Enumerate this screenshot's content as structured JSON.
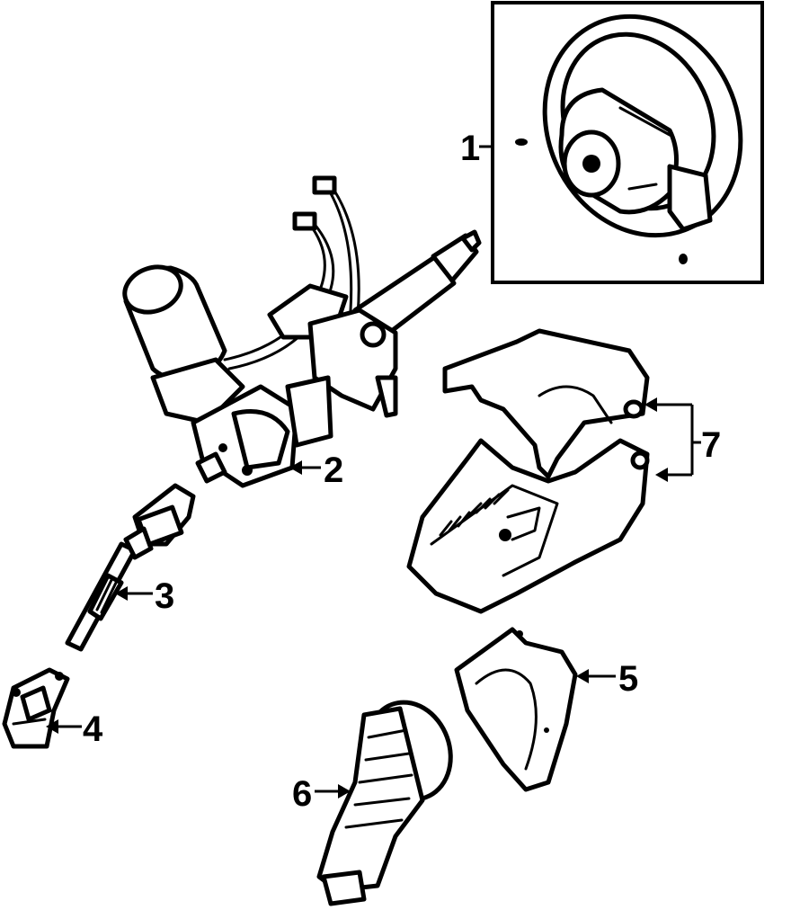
{
  "diagram": {
    "callouts": [
      {
        "id": "1",
        "label": "1"
      },
      {
        "id": "2",
        "label": "2"
      },
      {
        "id": "3",
        "label": "3"
      },
      {
        "id": "4",
        "label": "4"
      },
      {
        "id": "5",
        "label": "5"
      },
      {
        "id": "6",
        "label": "6"
      },
      {
        "id": "7",
        "label": "7"
      }
    ],
    "colors": {
      "ink": "#000000",
      "paper": "#ffffff"
    }
  }
}
